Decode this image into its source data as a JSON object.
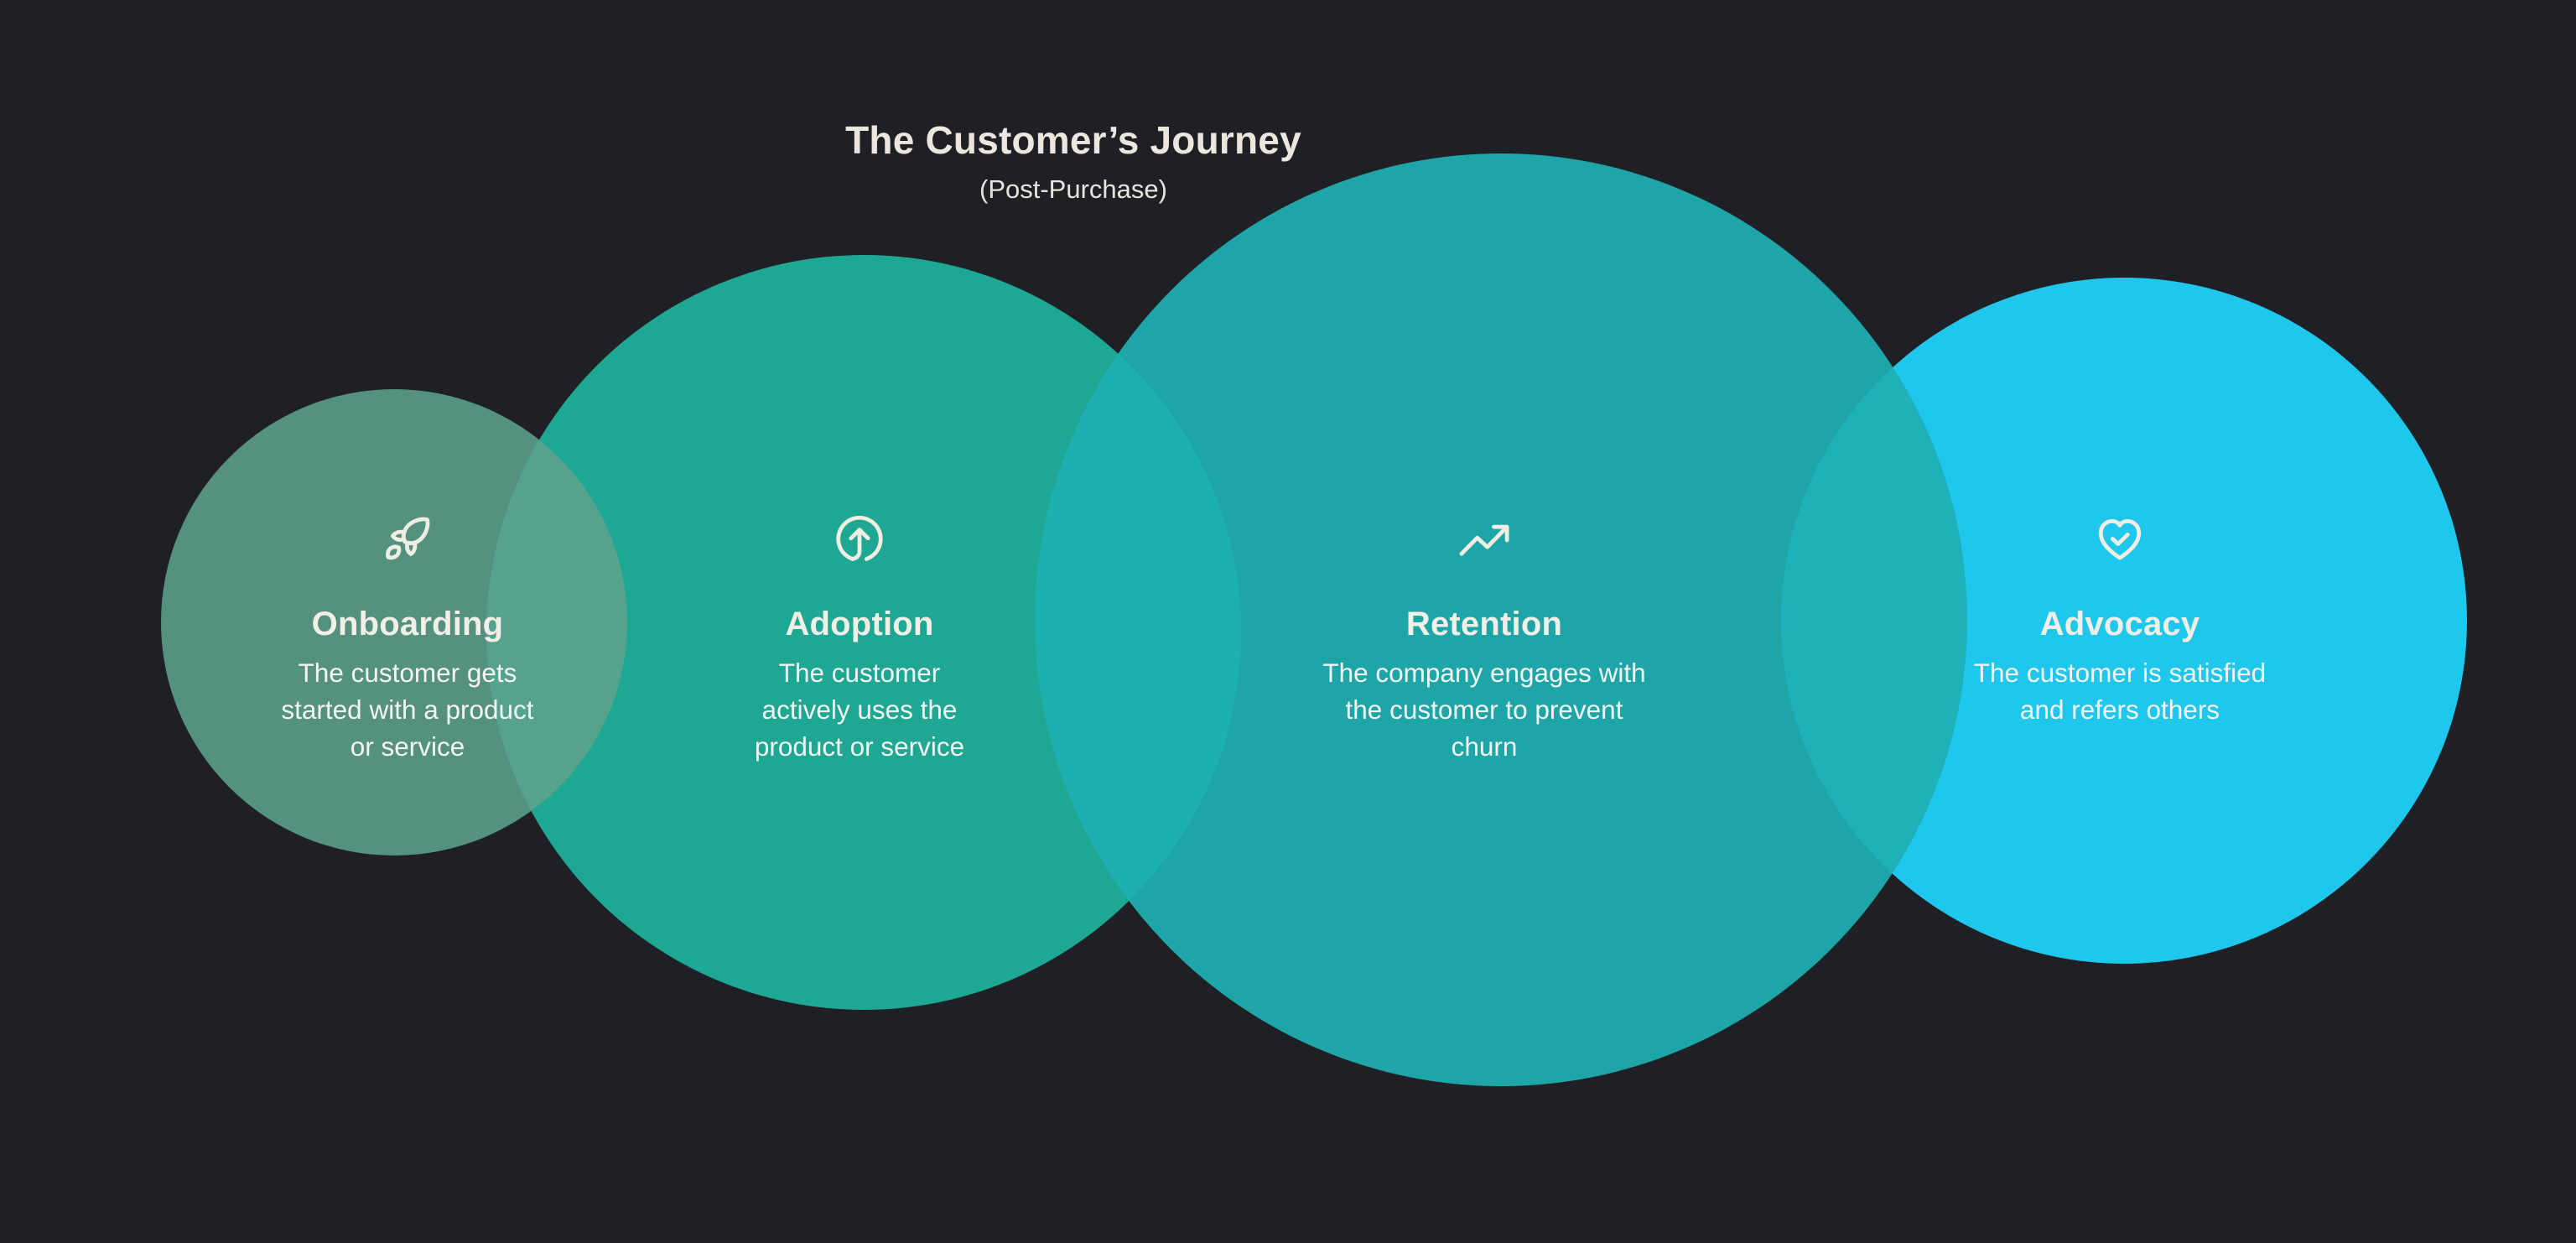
{
  "header": {
    "title": "The Customer’s Journey",
    "subtitle": "(Post-Purchase)"
  },
  "stages": [
    {
      "name": "Onboarding",
      "description": "The customer gets\nstarted with a product\nor service",
      "icon": "rocket-icon",
      "circle_color": "#528F7D"
    },
    {
      "name": "Adoption",
      "description": "The customer\nactively uses the\nproduct or service",
      "icon": "arrow-up-circle-icon",
      "circle_color": "#1EA893"
    },
    {
      "name": "Retention",
      "description": "The company engages with\nthe customer to prevent\nchurn",
      "icon": "trending-up-icon",
      "circle_color": "#1FA4A8"
    },
    {
      "name": "Advocacy",
      "description": "The customer is satisfied\nand refers others",
      "icon": "heart-check-icon",
      "circle_color": "#1FC7EC"
    }
  ],
  "colors": {
    "background": "#1E2025",
    "title_text": "#EBE7DE",
    "stage_title_text": "#F2EFE7",
    "body_text": "#F5F6F4",
    "icon_stroke": "#F0EDE3"
  }
}
